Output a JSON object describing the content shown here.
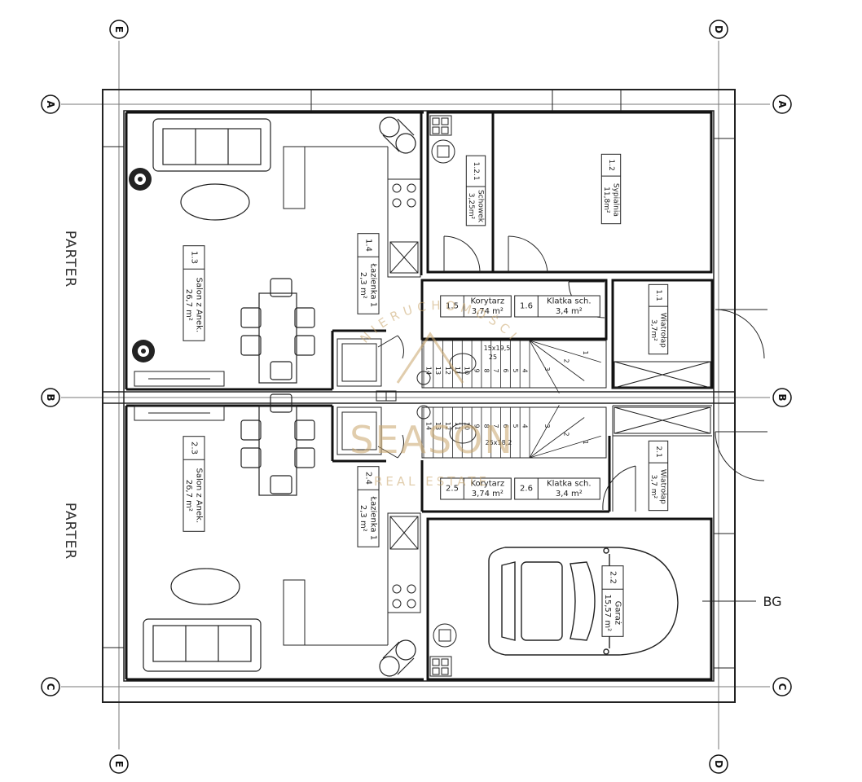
{
  "floor_labels": [
    "PARTER",
    "PARTER"
  ],
  "axis_markers": {
    "A": "A",
    "B": "B",
    "C": "C",
    "D": "D",
    "E": "E"
  },
  "rooms": [
    {
      "num": "1.3",
      "name": "Salon z Anek.",
      "area": "26,7 m²"
    },
    {
      "num": "1.4",
      "name": "Łazienka 1",
      "area": "2,3 m²"
    },
    {
      "num": "1.2.1",
      "name": "Schowek",
      "area": "3,25m²"
    },
    {
      "num": "1.2",
      "name": "Sypialnia",
      "area": "11,8m²"
    },
    {
      "num": "1.5",
      "name": "Korytarz",
      "area": "3,74 m²"
    },
    {
      "num": "1.6",
      "name": "Klatka sch.",
      "area": "3,4 m²"
    },
    {
      "num": "1.1",
      "name": "Wiatrołap",
      "area": "3,7m²"
    },
    {
      "num": "2.3",
      "name": "Salon z Anek.",
      "area": "26,7 m²"
    },
    {
      "num": "2.4",
      "name": "Łazienka 1",
      "area": "2,3 m²"
    },
    {
      "num": "2.5",
      "name": "Korytarz",
      "area": "3,74 m²"
    },
    {
      "num": "2.6",
      "name": "Klatka sch.",
      "area": "3,4 m²"
    },
    {
      "num": "2.1",
      "name": "Wiatrołap",
      "area": "3,7 m²"
    },
    {
      "num": "2.2",
      "name": "Garaż",
      "area": "15,57 m²"
    }
  ],
  "stairs": {
    "upper_spec": "15x19,5",
    "upper_width": "25",
    "lower_spec": "25x18,2",
    "upper_steps": [
      "1",
      "2",
      "3",
      "4",
      "5",
      "6",
      "7",
      "8",
      "9",
      "10",
      "11",
      "12",
      "13",
      "14"
    ],
    "lower_steps": [
      "1",
      "2",
      "3",
      "4",
      "5",
      "6",
      "7",
      "8",
      "9",
      "10",
      "11",
      "12",
      "13",
      "14"
    ]
  },
  "garage_label": "BG",
  "watermark": {
    "arc_text": "NIERUCHOMOŚCI",
    "brand": "SEASON",
    "sub": "REAL ESTATE"
  }
}
